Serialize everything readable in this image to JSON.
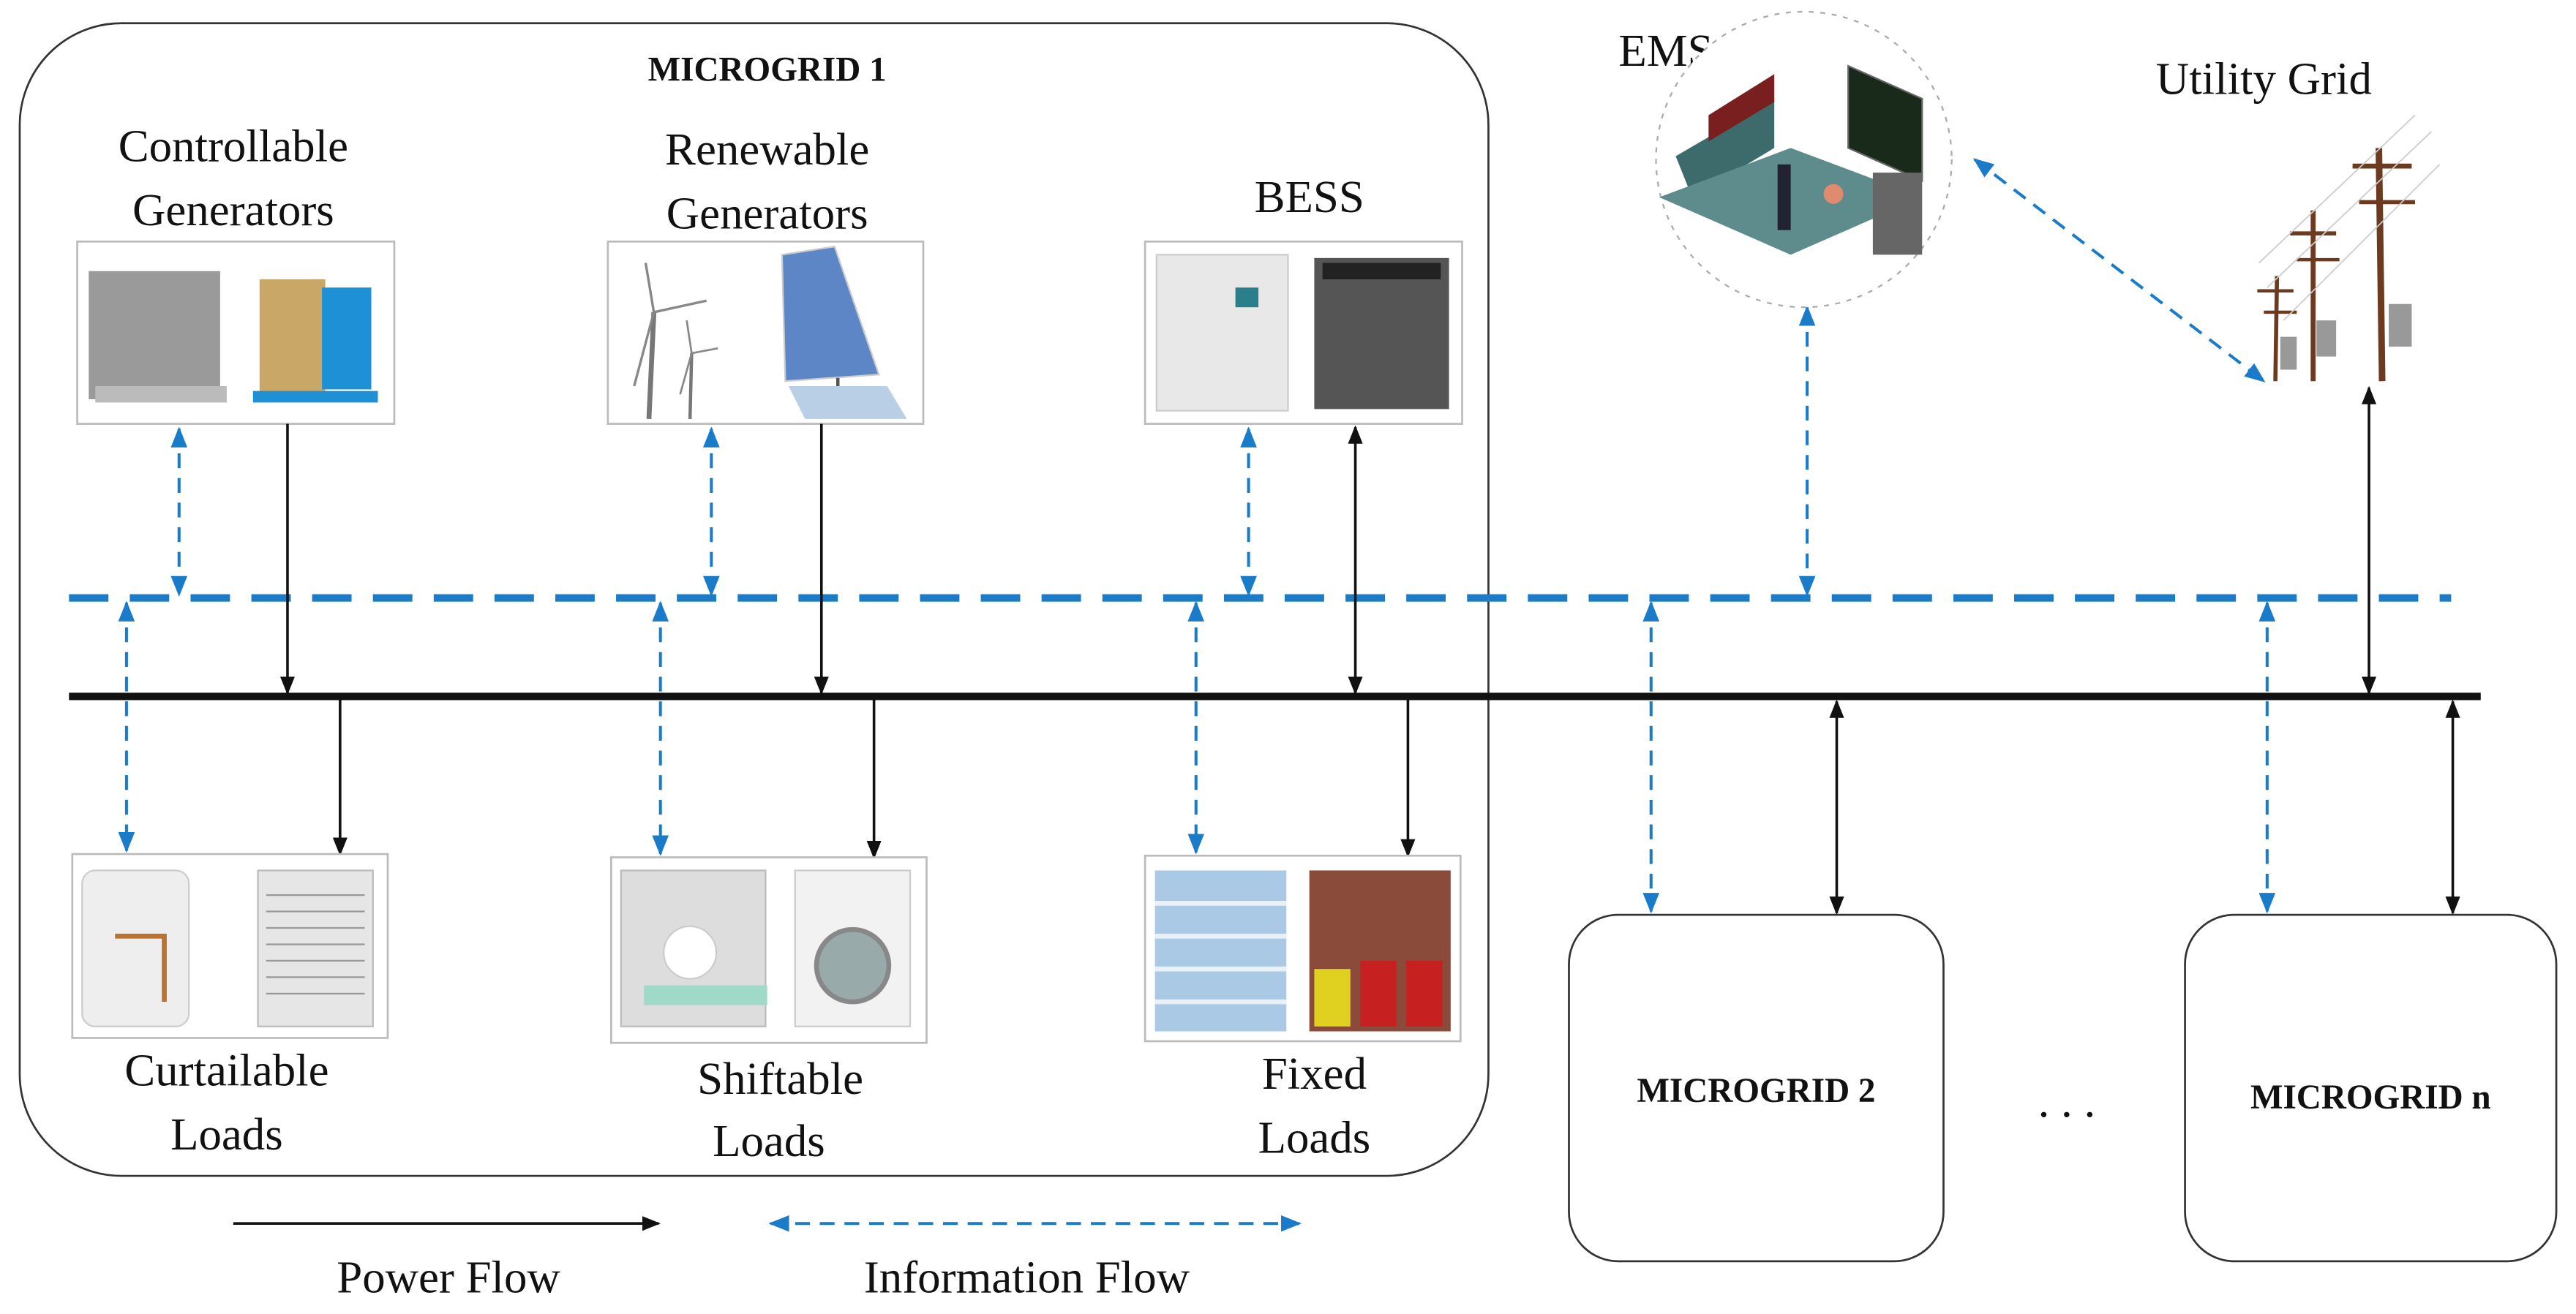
{
  "colors": {
    "information_flow": "#1a7cc9",
    "power_flow": "#111111"
  },
  "microgrid1": {
    "title": "MICROGRID 1",
    "sources": [
      {
        "line1": "Controllable",
        "line2": "Generators",
        "icon": "diesel-generator-icon"
      },
      {
        "line1": "Renewable",
        "line2": "Generators",
        "icon": "wind-solar-icon"
      },
      {
        "line1": "BESS",
        "line2": "",
        "icon": "battery-storage-icon"
      }
    ],
    "loads": [
      {
        "line1": "Curtailable",
        "line2": "Loads",
        "icon": "water-heater-ac-icon"
      },
      {
        "line1": "Shiftable",
        "line2": "Loads",
        "icon": "dishwasher-washer-icon"
      },
      {
        "line1": "Fixed",
        "line2": "Loads",
        "icon": "hospital-firestation-icon"
      }
    ]
  },
  "ems": {
    "label": "EMS",
    "icon": "control-room-icon"
  },
  "utility": {
    "label": "Utility Grid",
    "icon": "power-pole-icon"
  },
  "microgrid2": {
    "label": "MICROGRID 2"
  },
  "microgridn": {
    "label": "MICROGRID n"
  },
  "ellipsis": ". . .",
  "legend": {
    "power": "Power Flow",
    "information": "Information Flow"
  }
}
